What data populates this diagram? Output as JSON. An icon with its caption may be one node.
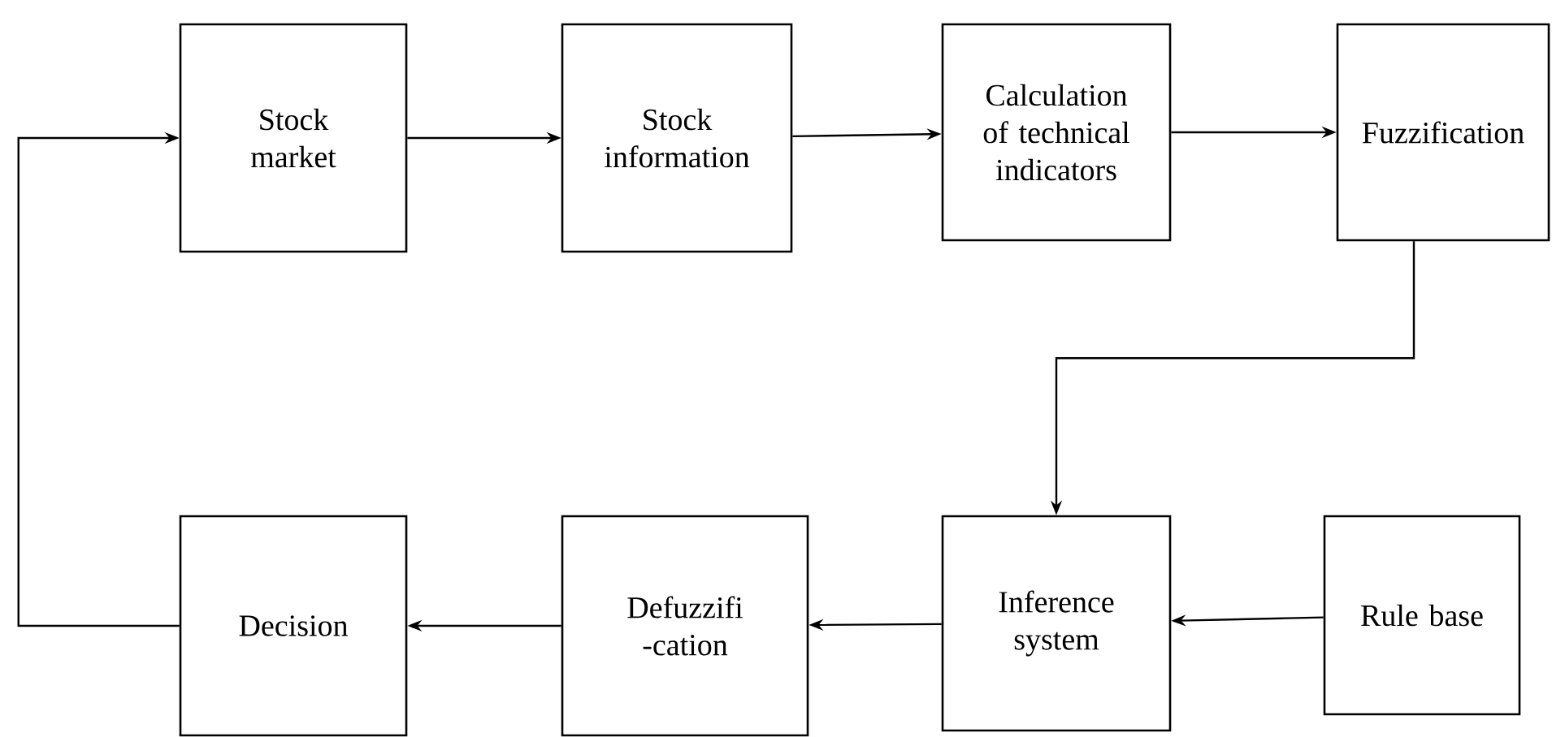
{
  "diagram": {
    "nodes": [
      {
        "text": [
          "Stock market"
        ]
      },
      {
        "text": [
          "Stock information"
        ]
      },
      {
        "text": [
          "Calculation of technical indicators"
        ]
      },
      {
        "text": [
          "Fuzzification"
        ]
      },
      {
        "text": [
          "Inference system"
        ]
      },
      {
        "text": [
          "Rule base"
        ]
      },
      {
        "text": [
          "Defuzzifi -cation"
        ]
      },
      {
        "text": [
          "Decision"
        ]
      }
    ],
    "edges": [
      {
        "from": 0,
        "to": 1,
        "arrow": "to"
      },
      {
        "from": 1,
        "to": 2,
        "arrow": "to"
      },
      {
        "from": 2,
        "to": 3,
        "arrow": "to"
      },
      {
        "from": 3,
        "to": 4,
        "arrow": "to"
      },
      {
        "from": 5,
        "to": 4,
        "arrow": "to"
      },
      {
        "from": 4,
        "to": 6,
        "arrow": "to"
      },
      {
        "from": 6,
        "to": 7,
        "arrow": "to"
      },
      {
        "from": 7,
        "to": 0,
        "arrow": "to"
      }
    ]
  }
}
